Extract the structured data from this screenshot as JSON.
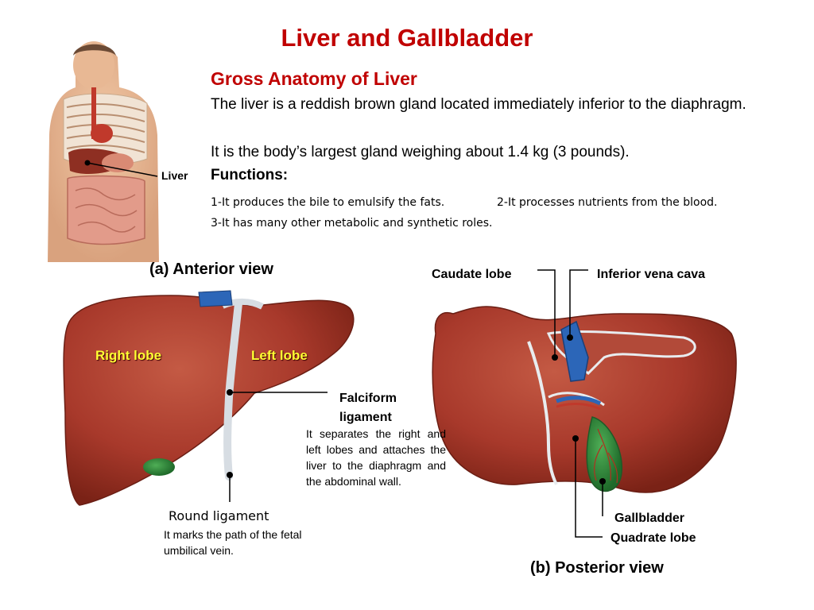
{
  "title": "Liver and Gallbladder",
  "subtitle": "Gross Anatomy of Liver",
  "intro_paragraphs": [
    "The liver is a reddish brown gland located immediately inferior to the diaphragm.",
    "It is the body’s largest gland weighing about 1.4 kg (3 pounds)."
  ],
  "functions": {
    "heading": "Functions:",
    "items": [
      "1-It produces the bile to emulsify the fats.",
      "2-It processes nutrients from the blood.",
      "3-It has many other metabolic and synthetic roles."
    ]
  },
  "torso": {
    "label": "Liver"
  },
  "anterior": {
    "view_label": "(a) Anterior view",
    "right_lobe": "Right lobe",
    "left_lobe": "Left lobe",
    "falciform_label": "Falciform ligament",
    "falciform_desc": "It separates the right and left lobes and attaches the liver to the diaphragm and the abdominal wall.",
    "round_label": "Round ligament",
    "round_desc": "It marks the path of the fetal umbilical vein."
  },
  "posterior": {
    "view_label": "(b) Posterior view",
    "caudate": "Caudate lobe",
    "ivc": "Inferior vena cava",
    "gallbladder": "Gallbladder",
    "quadrate": "Quadrate lobe"
  },
  "colors": {
    "title": "#c00000",
    "liver": "#a8392b",
    "liver_dark": "#7d2418",
    "lobe_label": "#ffff33",
    "vessel": "#2c66b8",
    "ligament": "#d7dde3",
    "gallbladder": "#2f8a3a"
  }
}
